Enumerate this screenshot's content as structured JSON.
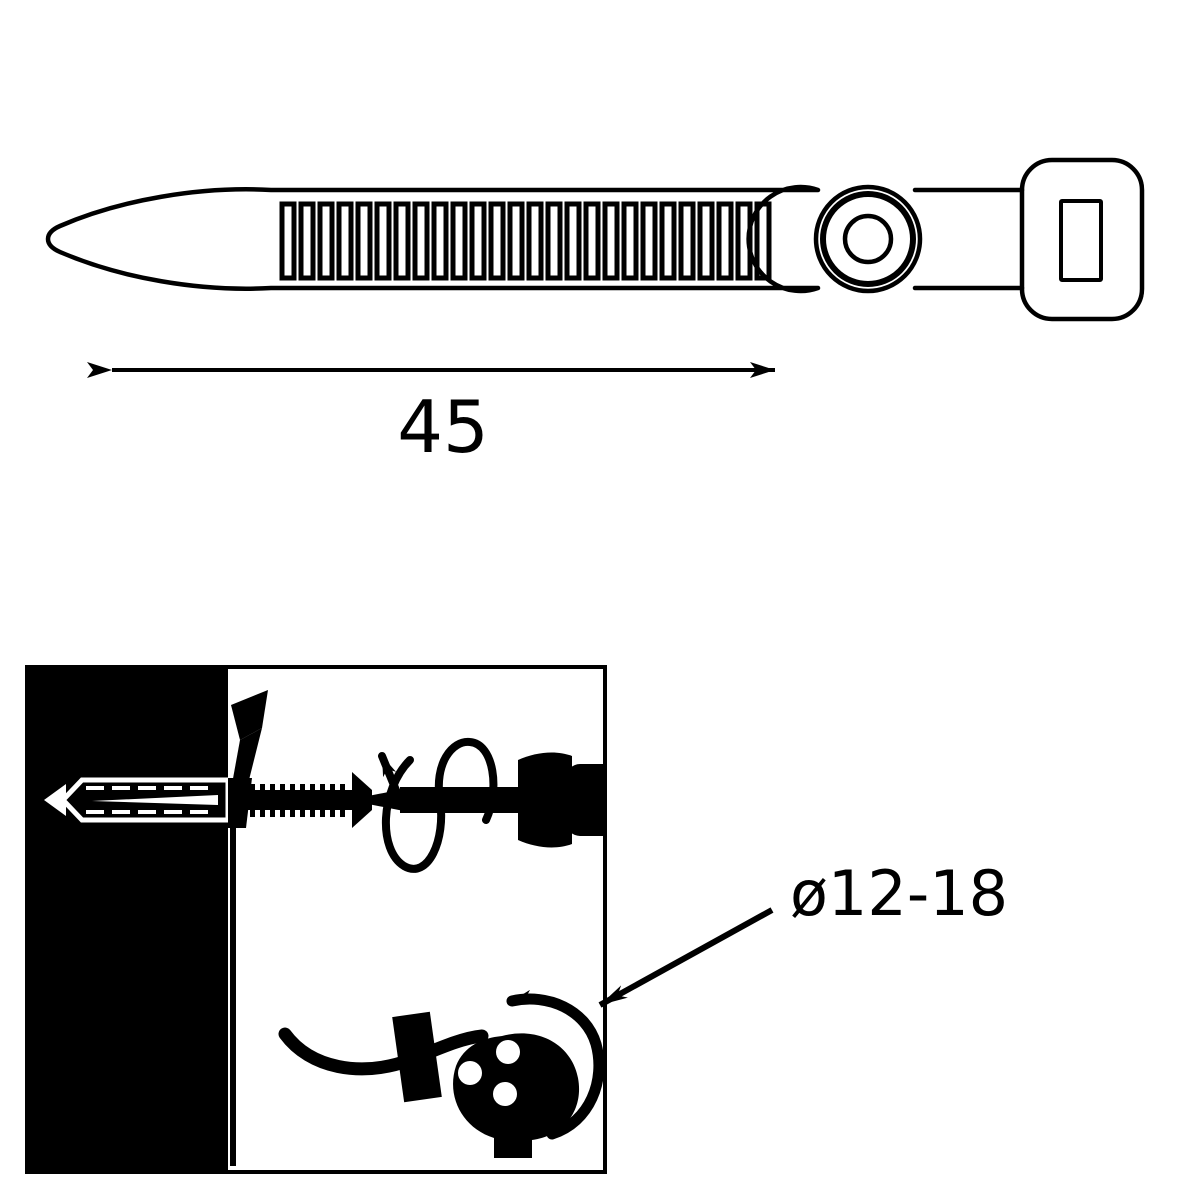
{
  "drawing": {
    "title": "cable-tie-mount-technical-drawing",
    "background_color": "#ffffff",
    "line_color": "#000000",
    "fill_color": "#000000"
  },
  "top_view": {
    "name": "cable tie strap side view",
    "parts": [
      {
        "name": "tapered-tip",
        "label": ""
      },
      {
        "name": "ladder-strap",
        "label": "",
        "slot_count": 26
      },
      {
        "name": "screw-eye-head",
        "label": ""
      },
      {
        "name": "buckle-tail",
        "label": ""
      }
    ]
  },
  "dimension": {
    "name": "overall-length",
    "value": "45",
    "unit": "",
    "arrow_style": "double-headed"
  },
  "install_panel": {
    "name": "wall-mount-installation-diagram",
    "wall": {
      "label": "",
      "fill": "#000000"
    },
    "items": [
      {
        "name": "wall-plug-anchor",
        "label": ""
      },
      {
        "name": "screw",
        "label": ""
      },
      {
        "name": "screwdriver",
        "label": ""
      },
      {
        "name": "rotation-helix-arrow",
        "label": ""
      },
      {
        "name": "cable-tie-strap-mounted",
        "label": ""
      },
      {
        "name": "cable",
        "label": ""
      },
      {
        "name": "connector-plug",
        "label": ""
      },
      {
        "name": "rotation-arrow-circular",
        "label": ""
      }
    ]
  },
  "callout": {
    "name": "diameter-range-callout",
    "text": "ø12-18",
    "leader": "arrow pointing down-left to connector"
  }
}
